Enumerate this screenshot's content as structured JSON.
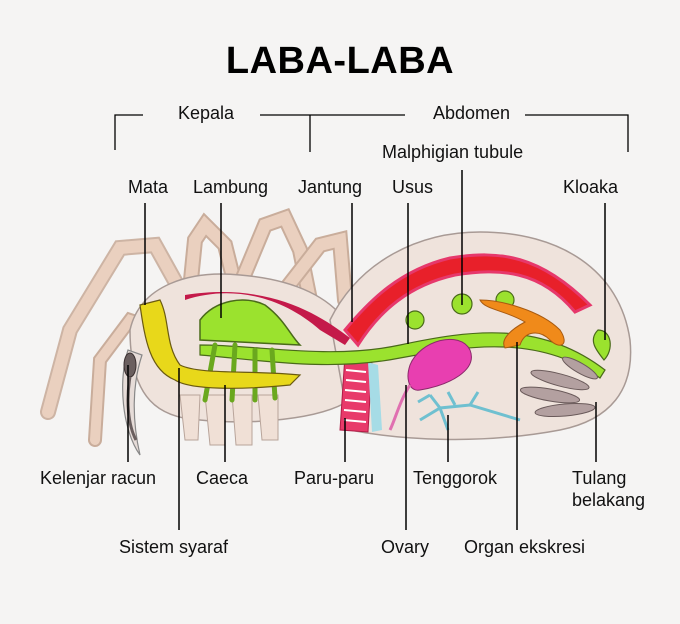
{
  "title": "LABA-LABA",
  "sections": {
    "head": "Kepala",
    "abdomen": "Abdomen"
  },
  "labels_top": {
    "eye": "Mata",
    "stomach": "Lambung",
    "heart": "Jantung",
    "intestine": "Usus",
    "malpighian": "Malphigian tubule",
    "cloaca": "Kloaka"
  },
  "labels_bottom": {
    "venom_gland": "Kelenjar racun",
    "caeca": "Caeca",
    "book_lungs": "Paru-paru",
    "trachea": "Tenggorok",
    "spinneret_line1": "Tulang",
    "spinneret_line2": "belakang",
    "nervous_system": "Sistem syaraf",
    "ovary": "Ovary",
    "excretory_organ": "Organ ekskresi"
  },
  "colors": {
    "background": "#f5f4f3",
    "body": "#efe3dc",
    "legs": "#e8c3aa",
    "heart": "#e8202a",
    "heart_outer": "#e6386b",
    "gut": "#9be22e",
    "nerve": "#e8d81a",
    "ovary": "#e83fb0",
    "excretory": "#f08a1a",
    "trachea": "#6fc0d0",
    "spinneret": "#a08a8a"
  }
}
